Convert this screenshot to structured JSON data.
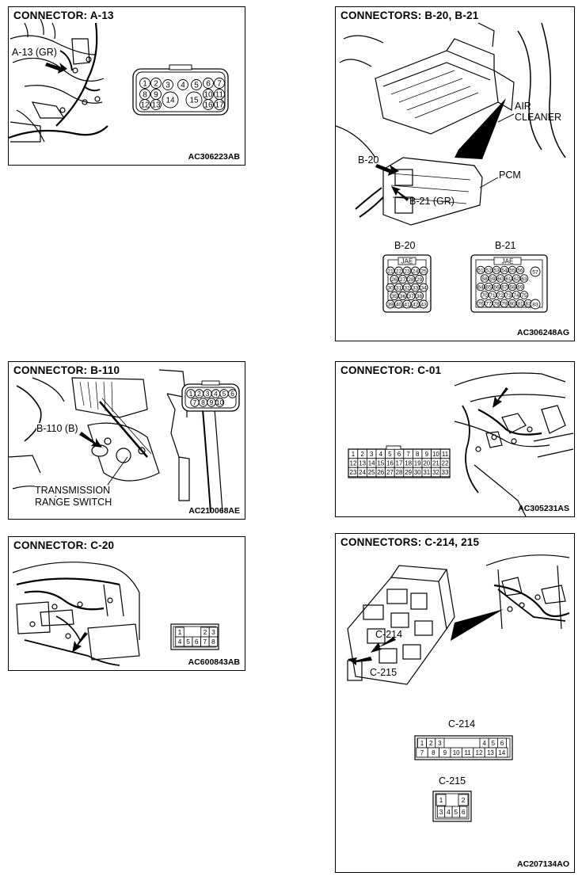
{
  "panels": {
    "a13": {
      "title": "CONNECTOR: A-13",
      "image_id": "AC306223AB",
      "callout": "A-13 (GR)",
      "pins": [
        "1",
        "2",
        "3",
        "4",
        "5",
        "6",
        "7",
        "8",
        "9",
        "10",
        "11",
        "12",
        "13",
        "14",
        "15",
        "16",
        "17"
      ]
    },
    "b20b21": {
      "title": "CONNECTORS: B-20, B-21",
      "image_id": "AC306248AG",
      "callout_b20": "B-20",
      "callout_b21": "B-21 (GR)",
      "air_cleaner_1": "AIR",
      "air_cleaner_2": "CLEANER",
      "pcm": "PCM",
      "b20_name": "B-20",
      "b21_name": "B-21",
      "jae": "JAE",
      "b20_pins": [
        "21",
        "22",
        "23",
        "24",
        "25",
        "26",
        "27",
        "28",
        "29",
        "30",
        "31",
        "32",
        "33",
        "34",
        "35",
        "36",
        "37",
        "38",
        "39",
        "40",
        "41",
        "42",
        "43"
      ],
      "b21_pins": [
        "51",
        "52",
        "53",
        "54",
        "55",
        "56",
        "57",
        "58",
        "59",
        "60",
        "61",
        "62",
        "63",
        "64",
        "65",
        "66",
        "67",
        "68",
        "69",
        "70",
        "71",
        "72",
        "73",
        "74",
        "75",
        "76",
        "77",
        "78",
        "79",
        "80",
        "81",
        "82",
        "83"
      ]
    },
    "b110": {
      "title": "CONNECTOR: B-110",
      "image_id": "AC210068AE",
      "callout": "B-110 (B)",
      "trs_1": "TRANSMISSION",
      "trs_2": "RANGE SWITCH",
      "pins": [
        "1",
        "2",
        "3",
        "4",
        "5",
        "6",
        "7",
        "8",
        "9",
        "10"
      ]
    },
    "c01": {
      "title": "CONNECTOR: C-01",
      "image_id": "AC305231AS",
      "pins": [
        "1",
        "2",
        "3",
        "4",
        "5",
        "6",
        "7",
        "8",
        "9",
        "10",
        "11",
        "12",
        "13",
        "14",
        "15",
        "16",
        "17",
        "18",
        "19",
        "20",
        "21",
        "22",
        "23",
        "24",
        "25",
        "26",
        "27",
        "28",
        "29",
        "30",
        "31",
        "32",
        "33"
      ]
    },
    "c20": {
      "title": "CONNECTOR: C-20",
      "image_id": "AC600843AB",
      "pins": [
        "1",
        "2",
        "3",
        "4",
        "5",
        "6",
        "7",
        "8"
      ]
    },
    "c214": {
      "title": "CONNECTORS: C-214, 215",
      "image_id": "AC207134AO",
      "callout_c214": "C-214",
      "callout_c215": "C-215",
      "c214_name": "C-214",
      "c215_name": "C-215",
      "c214_pins": [
        "1",
        "2",
        "3",
        "4",
        "5",
        "6",
        "7",
        "8",
        "9",
        "10",
        "11",
        "12",
        "13",
        "14"
      ],
      "c215_pins": [
        "1",
        "2",
        "3",
        "4",
        "5",
        "6"
      ]
    }
  }
}
